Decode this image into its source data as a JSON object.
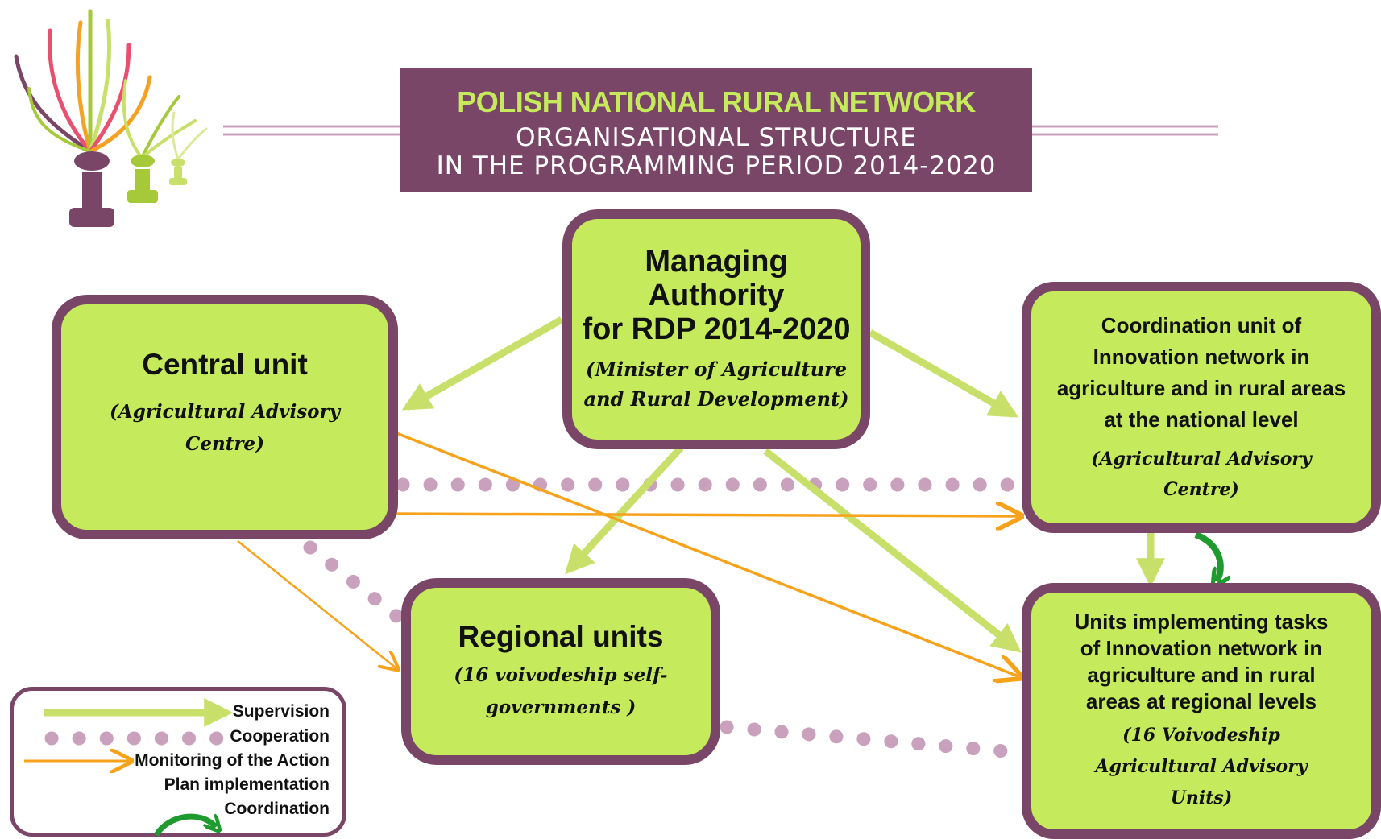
{
  "header": {
    "title": "POLISH NATIONAL RURAL NETWORK",
    "subtitle_line1": "ORGANISATIONAL STRUCTURE",
    "subtitle_line2": "IN THE PROGRAMMING PERIOD 2014-2020"
  },
  "nodes": {
    "managing_authority": {
      "name_line1": "Managing",
      "name_line2": "Authority",
      "name_line3": "for RDP 2014-2020",
      "sub_line1": "(Minister of Agriculture",
      "sub_line2": "and Rural Development)"
    },
    "central_unit": {
      "name": "Central unit",
      "sub_line1": "(Agricultural Advisory",
      "sub_line2": "Centre)"
    },
    "coordination_unit": {
      "name_line1": "Coordination unit of",
      "name_line2": "Innovation network in",
      "name_line3": "agriculture and in rural areas",
      "name_line4": "at the national level",
      "sub_line1": "(Agricultural Advisory",
      "sub_line2": "Centre)"
    },
    "regional_units": {
      "name": "Regional units",
      "sub_line1": "(16 voivodeship self-",
      "sub_line2": "governments )"
    },
    "implementing_units": {
      "name_line1": "Units implementing tasks",
      "name_line2": "of Innovation network in",
      "name_line3": "agriculture and in rural",
      "name_line4": "areas at regional levels",
      "sub_line1": "(16 Voivodeship",
      "sub_line2": "Agricultural Advisory",
      "sub_line3": "Units)"
    }
  },
  "legend": {
    "supervision": "Supervision",
    "cooperation": "Cooperation",
    "monitoring_line1": "Monitoring of the Action",
    "monitoring_line2": "Plan implementation",
    "coordination": "Coordination"
  },
  "colors": {
    "purple": "#7a4668",
    "green_fill": "#c5ea5c",
    "supervision_arrow": "#c8e06a",
    "cooperation_dots": "#c9a1bd",
    "monitoring_arrow": "#f7a21b",
    "coordination_arrow": "#1f9a2e"
  },
  "icons": {
    "logo": "network-tree-logo"
  }
}
